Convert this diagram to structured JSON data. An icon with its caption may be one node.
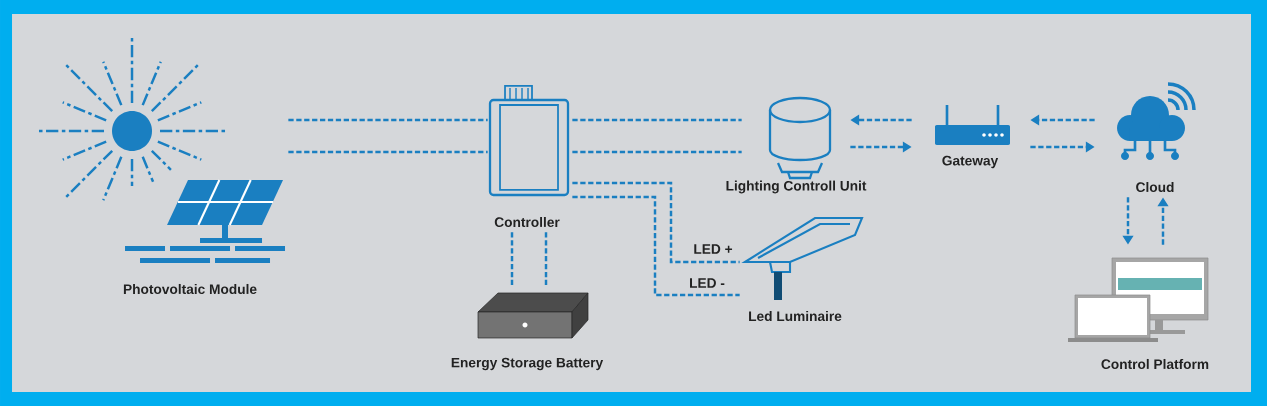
{
  "diagram": {
    "nodes": [
      {
        "text": [
          "Photovoltaic Module"
        ]
      },
      {
        "text": [
          "Controller"
        ]
      },
      {
        "text": [
          "Energy Storage Battery"
        ]
      },
      {
        "text": [
          "Lighting Controll Unit"
        ]
      },
      {
        "text": [
          "Gateway"
        ]
      },
      {
        "text": [
          "Cloud"
        ]
      },
      {
        "text": [
          "Led Luminaire"
        ]
      },
      {
        "text": [
          "Control Platform"
        ]
      }
    ],
    "edges": [
      {
        "from": 0,
        "to": 1,
        "arrow": "none"
      },
      {
        "from": 0,
        "to": 1,
        "arrow": "none"
      },
      {
        "from": 1,
        "to": 2,
        "arrow": "none"
      },
      {
        "from": 1,
        "to": 2,
        "arrow": "none"
      },
      {
        "from": 1,
        "to": 3,
        "arrow": "none"
      },
      {
        "from": 1,
        "to": 3,
        "arrow": "none"
      },
      {
        "from": 1,
        "to": 6,
        "arrow": "none",
        "label": "LED +"
      },
      {
        "from": 1,
        "to": 6,
        "arrow": "none",
        "label": "LED -"
      },
      {
        "from": 4,
        "to": 3,
        "arrow": "to"
      },
      {
        "from": 3,
        "to": 4,
        "arrow": "to"
      },
      {
        "from": 5,
        "to": 4,
        "arrow": "to"
      },
      {
        "from": 4,
        "to": 5,
        "arrow": "to"
      },
      {
        "from": 5,
        "to": 7,
        "arrow": "to"
      },
      {
        "from": 7,
        "to": 5,
        "arrow": "to"
      }
    ]
  }
}
